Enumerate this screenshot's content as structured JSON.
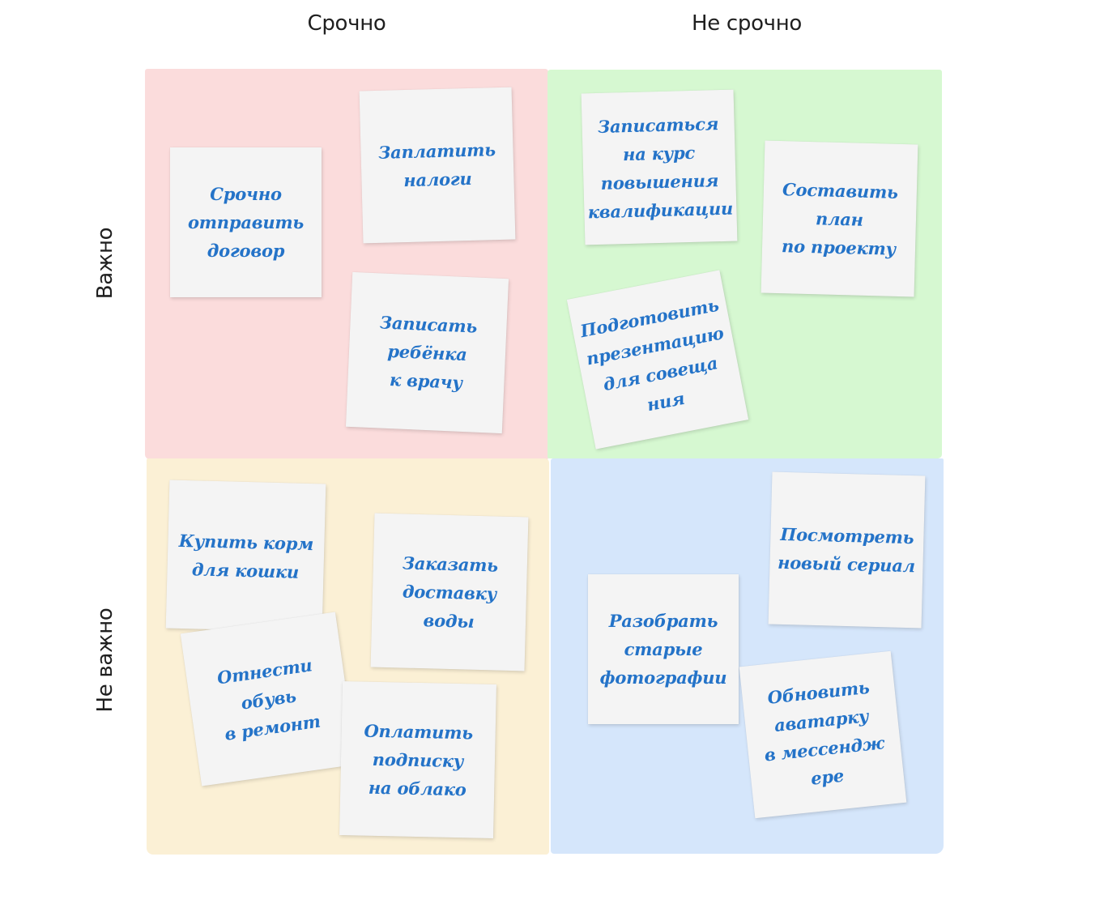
{
  "headers": {
    "columns": [
      "Срочно",
      "Не срочно"
    ],
    "rows": [
      "Важно",
      "Не важно"
    ]
  },
  "colors": {
    "urgent_important": "#fbdcdc",
    "not_urgent_important": "#d6f8d1",
    "urgent_not_important": "#fbf0d5",
    "not_urgent_not_important": "#d5e6fb",
    "note_background": "#f4f4f4",
    "note_text": "#2473c8"
  },
  "quadrants": {
    "urgent_important": {
      "notes": [
        {
          "text": "Срочно\nотправить\nдоговор"
        },
        {
          "text": "Заплатить\nналоги"
        },
        {
          "text": "Записать\nребёнка\nк врачу"
        }
      ]
    },
    "not_urgent_important": {
      "notes": [
        {
          "text": "Записаться\nна курс\nповышения\nквалификации"
        },
        {
          "text": "Составить\nплан\nпо проекту"
        },
        {
          "text": "Подготовить\nпрезентацию\nдля совеща\nния"
        }
      ]
    },
    "urgent_not_important": {
      "notes": [
        {
          "text": "Купить корм\nдля кошки"
        },
        {
          "text": "Заказать\nдоставку\nводы"
        },
        {
          "text": "Отнести обувь\nв ремонт"
        },
        {
          "text": "Оплатить\nподписку\nна облако"
        }
      ]
    },
    "not_urgent_not_important": {
      "notes": [
        {
          "text": "Посмотреть\nновый сериал"
        },
        {
          "text": "Разобрать\nстарые\nфотографии"
        },
        {
          "text": "Обновить\nаватарку\nв мессендж\nере"
        }
      ]
    }
  }
}
